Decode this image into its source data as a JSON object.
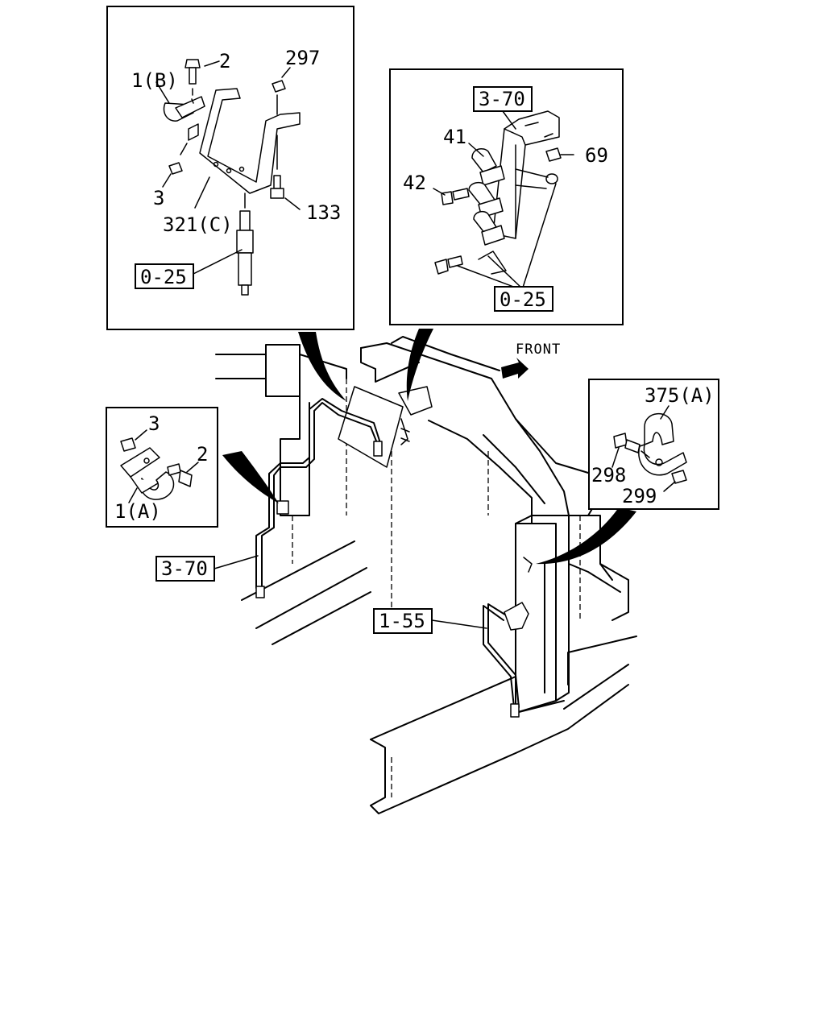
{
  "diagram": {
    "direction_label": "FRONT",
    "part_labels": {
      "p1b": "1(B)",
      "p2_top": "2",
      "p297": "297",
      "p3_top": "3",
      "p321c": "321(C)",
      "p133": "133",
      "p41": "41",
      "p42": "42",
      "p69": "69",
      "p3_left": "3",
      "p2_left": "2",
      "p1a": "1(A)",
      "p375a": "375(A)",
      "p298": "298",
      "p299": "299"
    },
    "reference_labels": {
      "ref_025_a": "0-25",
      "ref_370_top": "3-70",
      "ref_025_b": "0-25",
      "ref_370_left": "3-70",
      "ref_155": "1-55"
    }
  }
}
